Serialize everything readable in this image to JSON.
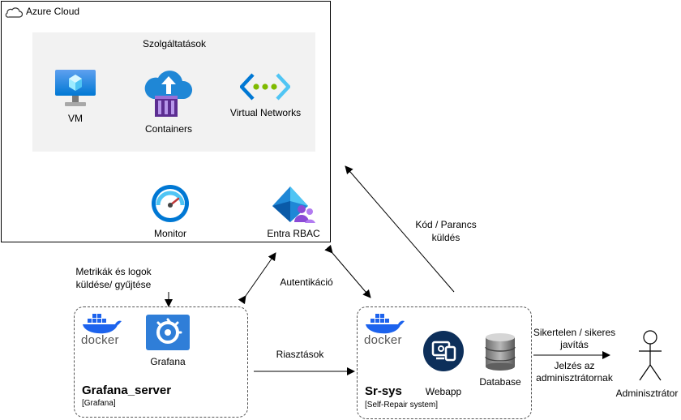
{
  "azure": {
    "title": "Azure Cloud",
    "services_title": "Szolgáltatások",
    "vm_label": "VM",
    "containers_label": "Containers",
    "vnet_label": "Virtual Networks",
    "monitor_label": "Monitor",
    "rbac_label": "Entra RBAC"
  },
  "edges": {
    "metrics_line1": "Metrikák és logok",
    "metrics_line2": "küldése/ gyűjtése",
    "auth": "Autentikáció",
    "code_line1": "Kód / Parancs",
    "code_line2": "küldés",
    "alerts": "Riasztások",
    "result_line1": "Sikertelen / sikeres",
    "result_line2": "javítás",
    "notify_line1": "Jelzés az",
    "notify_line2": "adminisztrátornak"
  },
  "grafana_server": {
    "docker": "docker",
    "grafana_label": "Grafana",
    "name": "Grafana_server",
    "sub": "[Grafana]"
  },
  "srsys": {
    "docker": "docker",
    "webapp_label": "Webapp",
    "database_label": "Database",
    "name": "Sr-sys",
    "sub": "[Self-Repair system]"
  },
  "admin": {
    "label": "Adminisztrátor"
  },
  "icons": {
    "cloud": "cloud-icon",
    "vm": "vm-monitor-icon",
    "containers": "containers-icon",
    "vnet": "virtual-networks-icon",
    "monitor": "monitor-gauge-icon",
    "rbac": "entra-rbac-icon",
    "docker": "docker-whale-icon",
    "grafana": "grafana-icon",
    "webapp": "webapp-icon",
    "database": "database-icon",
    "actor": "stick-figure-icon"
  },
  "colors": {
    "azure_blue": "#0078d4",
    "light_blue": "#50c5f4",
    "docker_blue": "#1d63ed",
    "container_purple": "#773adc",
    "grafana_blue": "#2f7ed8",
    "webapp_navy": "#0d2f5a",
    "vnet_green": "#7fba00"
  }
}
